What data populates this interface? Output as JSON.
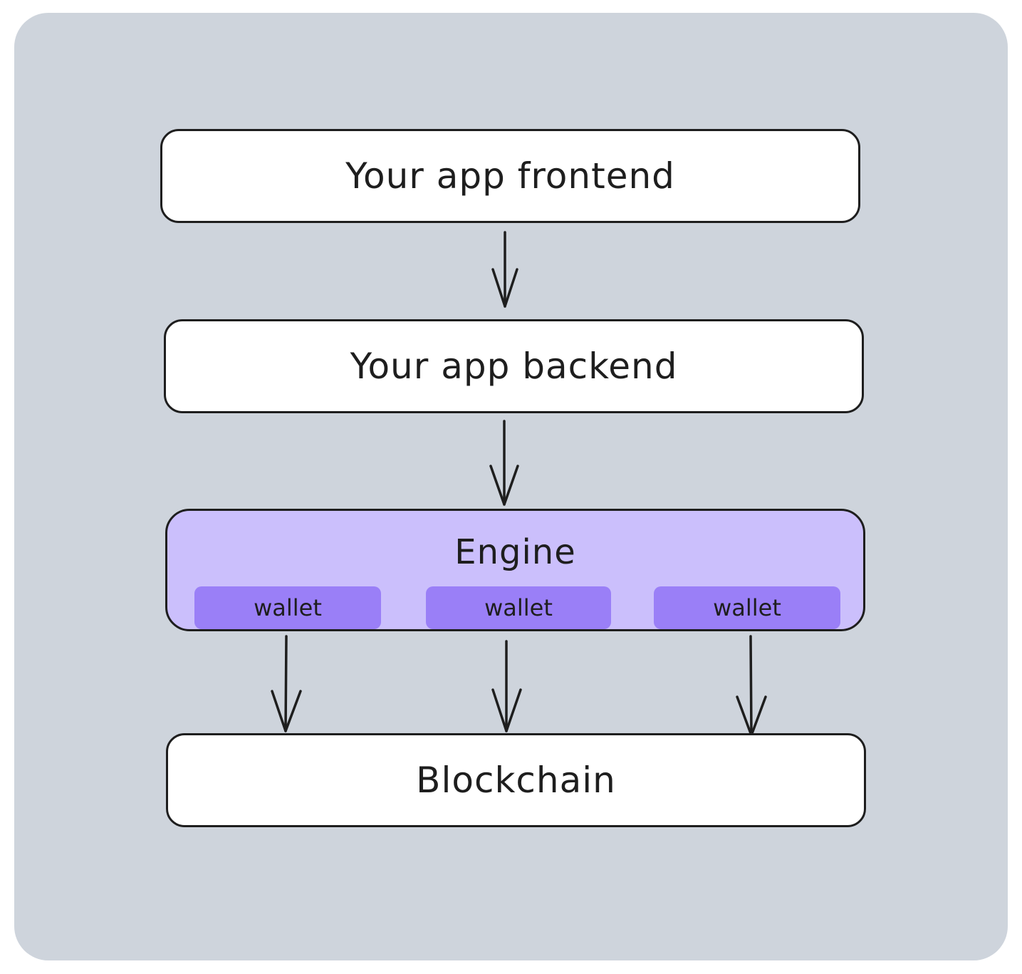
{
  "diagram": {
    "nodes": {
      "frontend": "Your app frontend",
      "backend": "Your app backend",
      "engine": "Engine",
      "blockchain": "Blockchain"
    },
    "wallets": [
      "wallet",
      "wallet",
      "wallet"
    ],
    "edges": [
      {
        "from": "frontend",
        "to": "backend"
      },
      {
        "from": "backend",
        "to": "engine"
      },
      {
        "from": "wallet-1",
        "to": "blockchain"
      },
      {
        "from": "wallet-2",
        "to": "blockchain"
      },
      {
        "from": "wallet-3",
        "to": "blockchain"
      }
    ]
  },
  "colors": {
    "background": "#ced4dc",
    "box_fill": "#ffffff",
    "engine_fill": "#cbbffc",
    "wallet_fill": "#9a7ff7",
    "stroke": "#1e1e1e"
  }
}
